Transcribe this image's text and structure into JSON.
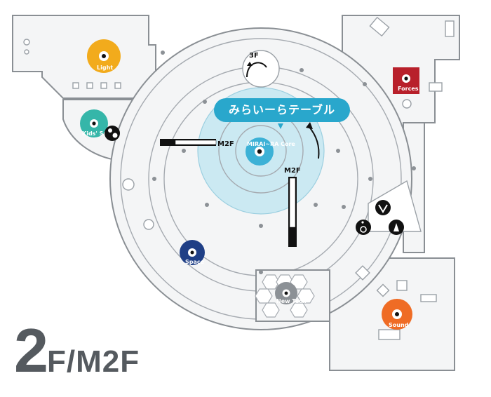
{
  "floor": {
    "number": "2",
    "unit": "F",
    "separator": "/",
    "mezzanine": "M2",
    "mezz_unit": "F"
  },
  "callout": {
    "label": "みらいーらテーブル"
  },
  "stairs": [
    {
      "id": "stair-3f",
      "label": "3F"
    },
    {
      "id": "stair-m2f-left",
      "label": "M2F"
    },
    {
      "id": "stair-m2f-center",
      "label": "M2F"
    }
  ],
  "zones": [
    {
      "id": "light",
      "label": "Light",
      "color": "#f2ab1c"
    },
    {
      "id": "kids-space",
      "label": "Kids' Space",
      "color": "#35b6a9"
    },
    {
      "id": "mirai-core",
      "label": "MIRAI~RA Core",
      "color": "#3cb1d6"
    },
    {
      "id": "space",
      "label": "Space",
      "color": "#1f3f86"
    },
    {
      "id": "new-tech",
      "label": "New Tech",
      "color": "#8c9196"
    },
    {
      "id": "sound",
      "label": "Sound",
      "color": "#ef6c25"
    },
    {
      "id": "forces",
      "label": "Forces",
      "color": "#b8202b"
    }
  ],
  "facilities": [
    {
      "id": "nursing",
      "icon": "baby-care-icon"
    },
    {
      "id": "mens",
      "icon": "mens-restroom-icon"
    },
    {
      "id": "womens",
      "icon": "womens-restroom-icon"
    },
    {
      "id": "accessible",
      "icon": "wheelchair-icon"
    }
  ],
  "colors": {
    "core_fill": "#cbe9f2",
    "title_gray": "#555a5f",
    "wall": "#8a8f94",
    "callout": "#29a7cc"
  }
}
